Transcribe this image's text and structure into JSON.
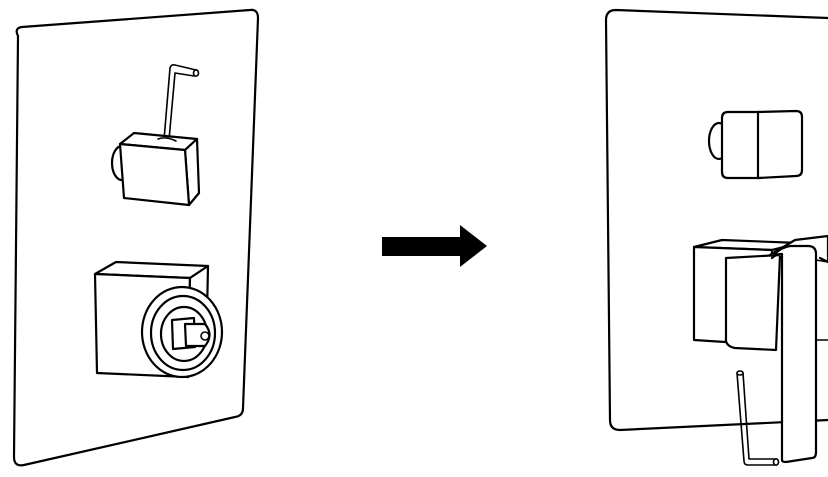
{
  "diagram": {
    "steps": [
      {
        "id": "before",
        "parts": [
          "wall-plate",
          "hex-key",
          "upper-valve-stem",
          "lower-valve-body",
          "cartridge-spindle"
        ]
      },
      {
        "id": "after",
        "parts": [
          "wall-plate",
          "upper-handle",
          "lower-handle",
          "hex-key"
        ]
      }
    ],
    "transition": "arrow-right",
    "colors": {
      "line": "#000000",
      "background": "#ffffff"
    },
    "icons": [
      "hex-key-icon",
      "arrow-right-icon"
    ]
  }
}
